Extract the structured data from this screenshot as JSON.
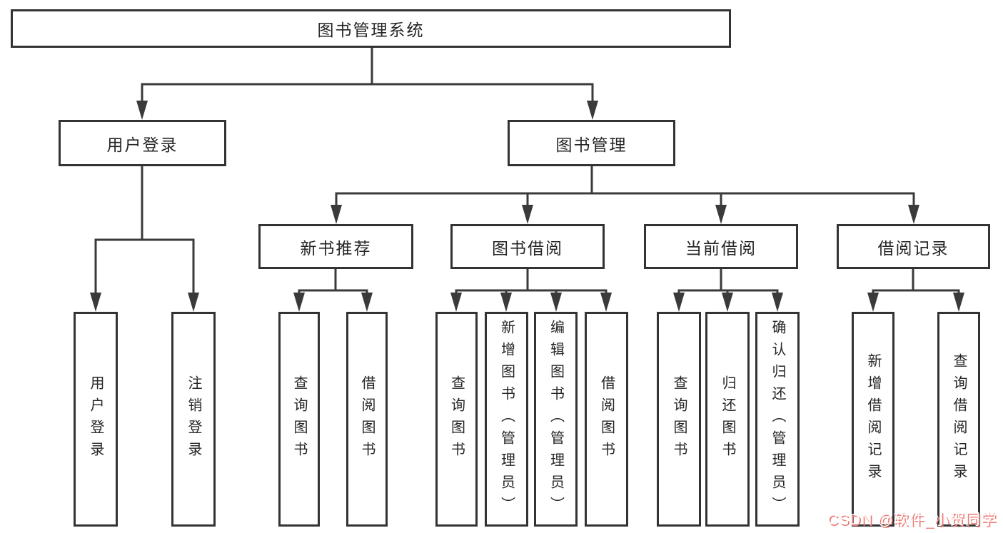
{
  "diagram": {
    "type": "hierarchy-tree",
    "title": "图书管理系统",
    "watermark": "CSDN @软件_小贺同学",
    "colors": {
      "background": "#ffffff",
      "box_border": "#333333",
      "connector_line": "#3a3a3a",
      "text": "#262626",
      "watermark_red": "#ec7a73",
      "watermark_white": "#ffffff"
    },
    "nodes": {
      "root": "图书管理系统",
      "user_login": "用户登录",
      "book_mgmt": "图书管理",
      "ul_user_login": "用户登录",
      "ul_logout": "注销登录",
      "new_books": "新书推荐",
      "book_borrow": "图书借阅",
      "current_borrow": "当前借阅",
      "borrow_records": "借阅记录",
      "nb_query_books": "查询图书",
      "nb_borrow_books": "借阅图书",
      "bb_query_books": "查询图书",
      "bb_add_books": "新增图书（管理员）",
      "bb_edit_books": "编辑图书（管理员）",
      "bb_borrow_books": "借阅图书",
      "cb_query_books": "查询图书",
      "cb_return_books": "归还图书",
      "cb_confirm_return": "确认归还（管理员）",
      "br_add_record": "新增借阅记录",
      "br_query_record": "查询借阅记录"
    },
    "tree": {
      "label": "图书管理系统",
      "children": [
        {
          "label": "用户登录",
          "children": [
            {
              "label": "用户登录"
            },
            {
              "label": "注销登录"
            }
          ]
        },
        {
          "label": "图书管理",
          "children": [
            {
              "label": "新书推荐",
              "children": [
                {
                  "label": "查询图书"
                },
                {
                  "label": "借阅图书"
                }
              ]
            },
            {
              "label": "图书借阅",
              "children": [
                {
                  "label": "查询图书"
                },
                {
                  "label": "新增图书（管理员）"
                },
                {
                  "label": "编辑图书（管理员）"
                },
                {
                  "label": "借阅图书"
                }
              ]
            },
            {
              "label": "当前借阅",
              "children": [
                {
                  "label": "查询图书"
                },
                {
                  "label": "归还图书"
                },
                {
                  "label": "确认归还（管理员）"
                }
              ]
            },
            {
              "label": "借阅记录",
              "children": [
                {
                  "label": "新增借阅记录"
                },
                {
                  "label": "查询借阅记录"
                }
              ]
            }
          ]
        }
      ]
    }
  }
}
